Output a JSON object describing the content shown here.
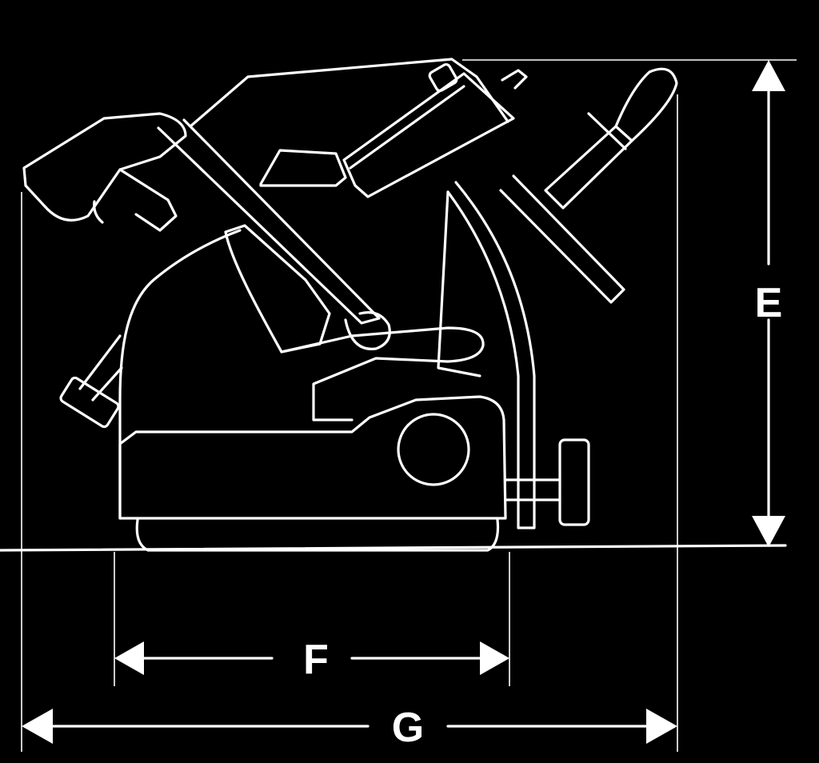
{
  "colors": {
    "background": "#000000",
    "line": "#ffffff"
  },
  "dimensions": {
    "height_label": "E",
    "base_depth_label": "F",
    "overall_depth_label": "G"
  },
  "icons": [
    "meat-slicer-side-outline"
  ]
}
